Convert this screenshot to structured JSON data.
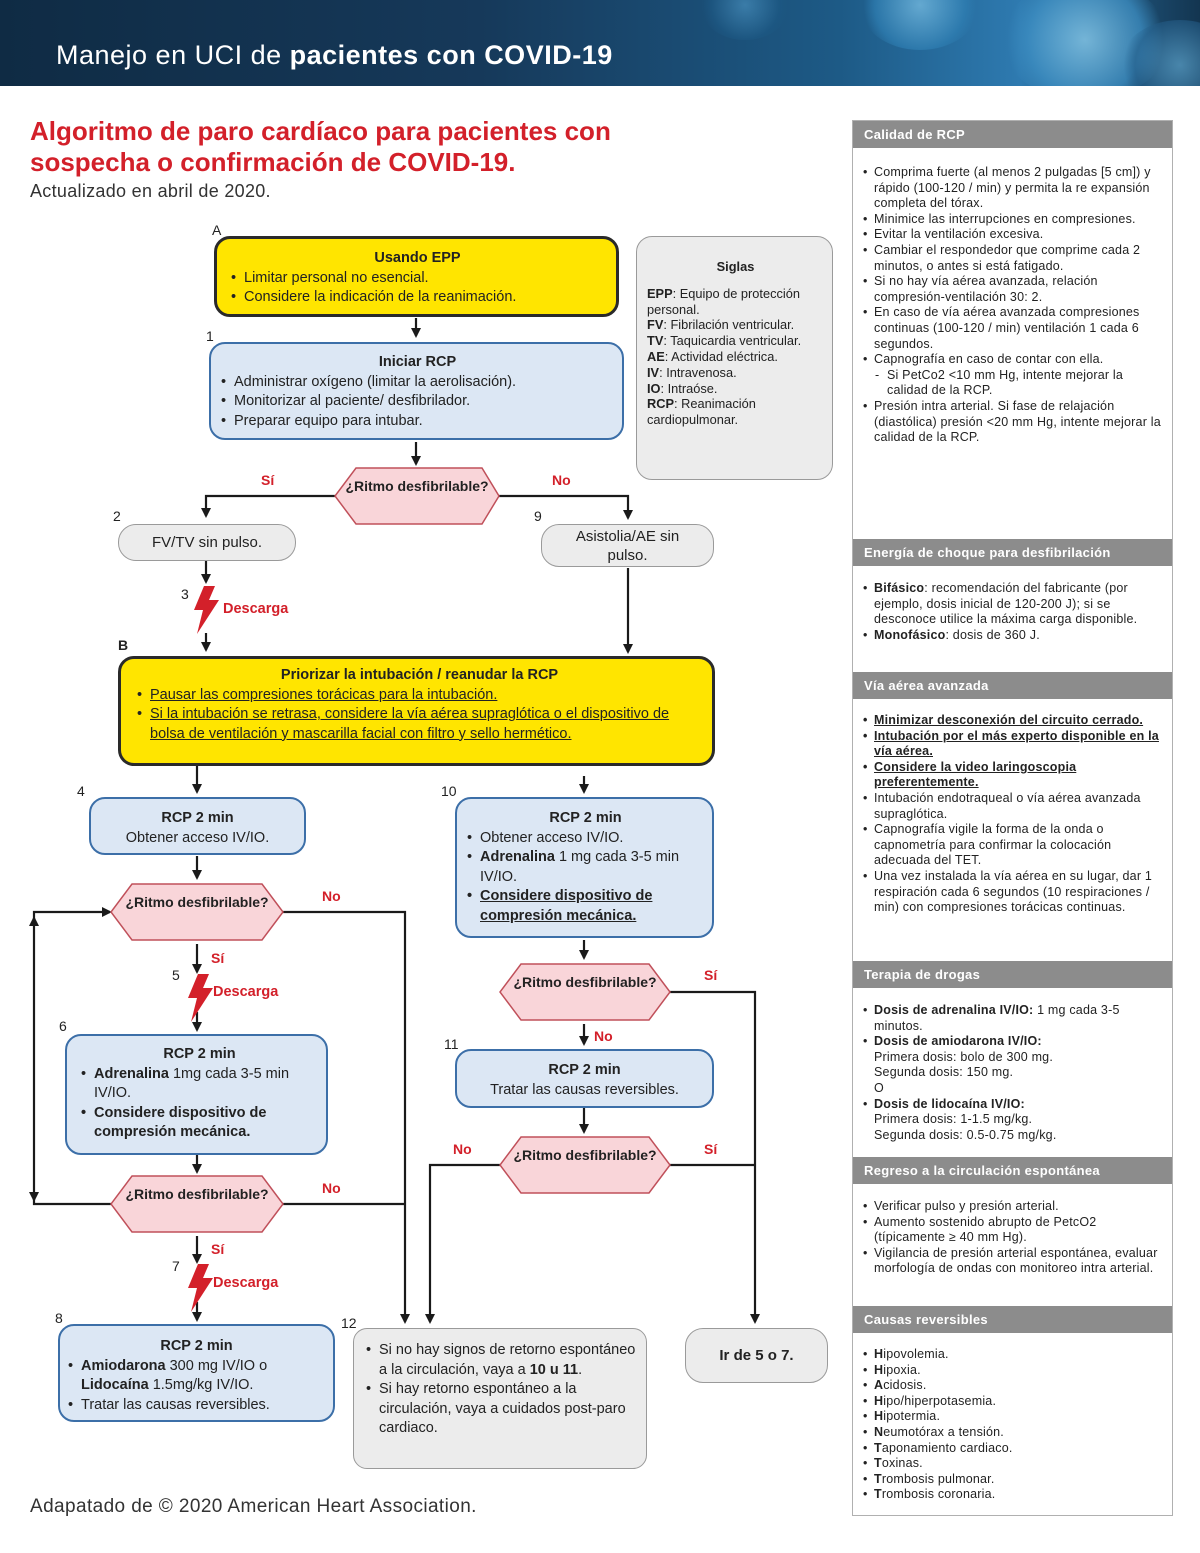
{
  "header": {
    "title_plain": "Manejo en UCI de ",
    "title_bold": "pacientes con COVID-19"
  },
  "heading": {
    "title": "Algoritmo de paro cardíaco para pacientes con sospecha o confirmación de COVID-19.",
    "subtitle": "Actualizado en abril de 2020."
  },
  "footer": "Adapatado de © 2020 American Heart Association.",
  "colors": {
    "banner": "#16395a",
    "red": "#d3202a",
    "yellow": "#ffe500",
    "blue_box": "#dce7f4",
    "blue_border": "#3c6fa8",
    "pink_diamond": "#f9d5d9",
    "grey_box": "#ececec",
    "side_header": "#8c8c8c"
  },
  "flow": {
    "labels": {
      "A": "A",
      "B": "B",
      "n1": "1",
      "n2": "2",
      "n3": "3",
      "n4": "4",
      "n5": "5",
      "n6": "6",
      "n7": "7",
      "n8": "8",
      "n9": "9",
      "n10": "10",
      "n11": "11",
      "n12": "12"
    },
    "yes": "Sí",
    "no": "No",
    "shock": "Descarga",
    "rhythm_question": "¿Ritmo desfibrilable?",
    "ppe": {
      "title": "Usando EPP",
      "items": [
        "Limitar personal no esencial.",
        "Considere la indicación de la reanimación."
      ]
    },
    "start_cpr": {
      "title": "Iniciar RCP",
      "items": [
        "Administrar oxígeno (limitar la aerolisación).",
        "Monitorizar al paciente/ desfibrilador.",
        "Preparar equipo para intubar."
      ]
    },
    "vf": "FV/TV sin pulso.",
    "asystole": "Asistolia/AE sin pulso.",
    "intubation": {
      "title": "Priorizar la intubación / reanudar la RCP",
      "items": [
        "Pausar las compresiones torácicas para la intubación.",
        "Si la intubación se retrasa, considere la vía aérea supraglótica o el dispositivo de bolsa de ventilación y mascarilla facial con filtro y sello hermético."
      ]
    },
    "box4": {
      "title": "RCP 2 min",
      "text": "Obtener acceso IV/IO."
    },
    "box6": {
      "title": "RCP 2 min",
      "item1_bold": "Adrenalina",
      "item1_rest": " 1mg cada 3-5 min IV/IO.",
      "item2": "Considere dispositivo de compresión mecánica."
    },
    "box8": {
      "title": "RCP 2 min",
      "item1_bold_a": "Amiodarona",
      "item1_mid": " 300 mg IV/IO o ",
      "item1_bold_b": "Lidocaína",
      "item1_rest": " 1.5mg/kg IV/IO.",
      "item2": "Tratar las causas reversibles."
    },
    "box10": {
      "title": "RCP 2 min",
      "item1": "Obtener acceso IV/IO.",
      "item2_bold": "Adrenalina",
      "item2_rest": " 1 mg cada 3-5 min IV/IO.",
      "item3": "Considere dispositivo de compresión mecánica."
    },
    "box11": {
      "title": "RCP 2 min",
      "text": "Tratar las causas reversibles."
    },
    "box12": {
      "item1_pre": "Si no hay signos de retorno espontáneo a la circulación, vaya a ",
      "item1_bold": "10 u 11",
      "item1_post": ".",
      "item2": "Si hay retorno espontáneo a la circulación, vaya a cuidados post-paro cardiaco."
    },
    "goto": "Ir de 5 o 7.",
    "acronyms": {
      "title": "Siglas",
      "entries": [
        {
          "abbr": "EPP",
          "def": ": Equipo de protección personal."
        },
        {
          "abbr": "FV",
          "def": ": Fibrilación ventricular."
        },
        {
          "abbr": "TV",
          "def": ": Taquicardia ventricular."
        },
        {
          "abbr": "AE",
          "def": ": Actividad eléctrica."
        },
        {
          "abbr": "IV",
          "def": ": Intravenosa."
        },
        {
          "abbr": "IO",
          "def": ": Intraóse."
        },
        {
          "abbr": "RCP",
          "def": ": Reanimación cardiopulmonar."
        }
      ]
    }
  },
  "sidebar": {
    "quality": {
      "title": "Calidad de RCP",
      "items": [
        "Comprima fuerte (al menos 2 pulgadas [5 cm]) y rápido (100-120 / min) y permita la re expansión completa del tórax.",
        "Minimice las interrupciones en compresiones.",
        "Evitar la ventilación excesiva.",
        "Cambiar el respondedor  que comprime cada 2 minutos, o antes si está fatigado.",
        "Si no hay vía aérea avanzada, relación compresión-ventilación 30: 2.",
        "En caso de vía aérea avanzada compresiones continuas (100-120 / min) ventilación 1 cada 6 segundos.",
        "Capnografía en caso de contar con ella."
      ],
      "sub_item": "Si PetCo2 <10 mm Hg, intente mejorar la calidad de la RCP.",
      "last_item": "Presión intra arterial. Si fase de relajación (diastólica) presión <20 mm Hg, intente mejorar la calidad de la RCP."
    },
    "energy": {
      "title": "Energía de choque para desfibrilación",
      "item1_bold": "Bifásico",
      "item1_rest": ": recomendación del fabricante (por ejemplo, dosis inicial de 120-200 J); si se desconoce utilice la máxima carga disponible.",
      "item2_bold": "Monofásico",
      "item2_rest": ": dosis de 360 J."
    },
    "airway": {
      "title": "Vía aérea avanzada",
      "items_underlined": [
        "Minimizar desconexión del circuito cerrado.",
        "Intubación por el más experto disponible en la vía aérea.",
        "Considere la video laringoscopia preferentemente."
      ],
      "items": [
        "Intubación endotraqueal o vía aérea avanzada supraglótica.",
        "Capnografía  vigile la forma de la onda o capnometría para confirmar la colocación adecuada del TET.",
        "Una vez instalada la vía aérea en su lugar, dar 1 respiración cada 6 segundos (10 respiraciones / min) con compresiones torácicas continuas."
      ]
    },
    "drugs": {
      "title": "Terapia de drogas",
      "adr_bold": "Dosis de adrenalina IV/IO:",
      "adr_rest": " 1 mg cada 3-5 minutos.",
      "amio_bold": "Dosis de amiodarona IV/IO:",
      "amio_lines": [
        "Primera dosis: bolo de 300 mg.",
        "Segunda dosis: 150 mg.",
        "O"
      ],
      "lido_bold": "Dosis de lidocaína IV/IO:",
      "lido_lines": [
        "Primera dosis: 1-1.5 mg/kg.",
        "Segunda dosis: 0.5-0.75 mg/kg."
      ]
    },
    "rosc": {
      "title": "Regreso a la circulación espontánea",
      "items": [
        "Verificar pulso y presión arterial.",
        "Aumento sostenido abrupto de PetcO2 (típicamente ≥ 40 mm Hg).",
        "Vigilancia de presión arterial espontánea, evaluar morfología de ondas con monitoreo intra arterial."
      ]
    },
    "causes": {
      "title": "Causas reversibles",
      "items": [
        {
          "first": "H",
          "rest": "ipovolemia."
        },
        {
          "first": "H",
          "rest": "ipoxia."
        },
        {
          "first": "A",
          "rest": "cidosis."
        },
        {
          "first": "H",
          "rest": "ipo/hiperpotasemia."
        },
        {
          "first": "H",
          "rest": "ipotermia."
        },
        {
          "first": "N",
          "rest": "eumotórax a tensión."
        },
        {
          "first": "T",
          "rest": "aponamiento cardiaco."
        },
        {
          "first": "T",
          "rest": "oxinas."
        },
        {
          "first": "T",
          "rest": "rombosis pulmonar."
        },
        {
          "first": "T",
          "rest": "rombosis coronaria."
        }
      ]
    }
  }
}
